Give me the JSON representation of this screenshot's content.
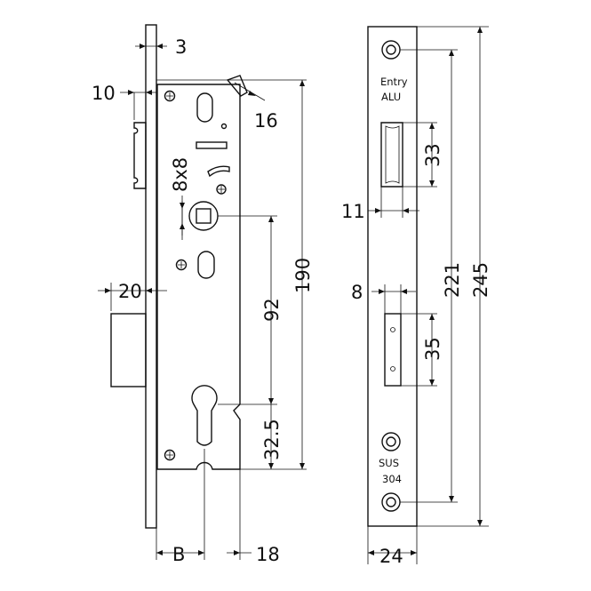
{
  "drawing": {
    "dimensions": {
      "faceplate_thickness": "3",
      "latch_offset": "10",
      "latch_projection": "16",
      "spindle_size": "8x8",
      "deadbolt_offset": "20",
      "centre_distance": "92",
      "lock_height": "190",
      "cylinder_offset": "32.5",
      "backset": "B",
      "case_width": "18",
      "latch_window_offset": "11",
      "latch_window_height": "33",
      "bolt_window_offset": "8",
      "bolt_window_height": "35",
      "screw_pitch": "221",
      "faceplate_length": "245",
      "faceplate_width": "24"
    },
    "labels": {
      "entry": "Entry",
      "alu": "ALU",
      "sus": "SUS",
      "grade": "304"
    }
  }
}
